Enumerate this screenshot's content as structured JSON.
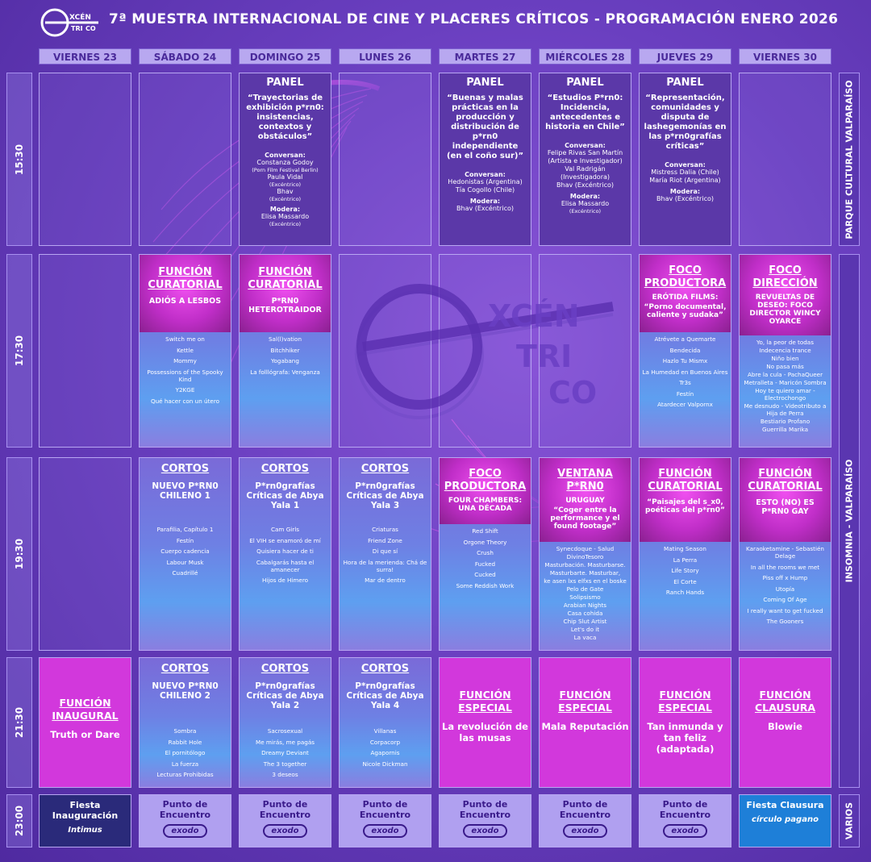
{
  "header": {
    "logo_text_top": "XCÉN",
    "logo_text_mid": "TRI",
    "logo_text_bot": "CO",
    "title": "7ª MUESTRA INTERNACIONAL DE CINE Y PLACERES CRÍTICOS - PROGRAMACIÓN ENERO 2026"
  },
  "days": [
    "VIERNES 23",
    "SÁBADO 24",
    "DOMINGO 25",
    "LUNES 26",
    "MARTES 27",
    "MIÉRCOLES 28",
    "JUEVES 29",
    "VIERNES 30"
  ],
  "times": [
    "15:30",
    "17:30",
    "19:30",
    "21:30",
    "23:00"
  ],
  "venues": [
    "PARQUE CULTURAL VALPARAÍSO",
    "INSOMNIA - VALPARAÍSO",
    "VARIOS"
  ],
  "center_logo": {
    "top": "XCÉN",
    "mid": "TRI",
    "bot": "CO"
  },
  "panels": {
    "domingo": {
      "heading": "PANEL",
      "question": "“Trayectorias de exhibición p*rn0: insistencias, contextos y obstáculos”",
      "label1": "Conversan:",
      "p1": "Constanza Godoy",
      "p1a": "(Porn Film Festival Berlin)",
      "p2": "Paula Vidal",
      "p2a": "(Excéntrico)",
      "p3": "Bhav",
      "p3a": "(Excéntrico)",
      "label2": "Modera:",
      "m1": "Elisa Massardo",
      "m1a": "(Excéntrico)"
    },
    "martes": {
      "heading": "PANEL",
      "question": "“Buenas y malas prácticas en la producción y distribución de p*rn0 independiente (en el coño sur)”",
      "label1": "Conversan:",
      "p1": "Hedonistas (Argentina)",
      "p2": "Tía Cogollo (Chile)",
      "label2": "Modera:",
      "m1": "Bhav (Excéntrico)"
    },
    "miercoles": {
      "heading": "PANEL",
      "question": "“Estudios P*rn0: Incidencia, antecedentes e historia en Chile”",
      "label1": "Conversan:",
      "p1": "Felipe Rivas San Martín",
      "p1a": "(Artista e Investigador)",
      "p2": "Val Radrigán",
      "p2a": "(Investigadora)",
      "p3": "Bhav (Excéntrico)",
      "label2": "Modera:",
      "m1": "Elisa Massardo",
      "m1a": "(Excéntrico)"
    },
    "jueves": {
      "heading": "PANEL",
      "question": "“Representación, comunidades y disputa de lashegemonías en las p*rn0grafías críticas”",
      "label1": "Conversan:",
      "p1": "Mistress Dalia (Chile)",
      "p2": "María Riot (Argentina)",
      "label2": "Modera:",
      "m1": "Bhav (Excéntrico)"
    }
  },
  "row1730": {
    "sabado": {
      "t1": "FUNCIÓN CURATORIAL",
      "t2": "ADIÓS A LESBOS",
      "films": [
        "Switch me on",
        "Kettle",
        "Mommy",
        "Possessions of the Spooky Kind",
        "Y2KGE",
        "Qué hacer con un útero"
      ]
    },
    "domingo": {
      "t1": "FUNCIÓN CURATORIAL",
      "t2": "P*RN0 HETEROTRAIDOR",
      "films": [
        "Sal(l)vation",
        "Bitchhiker",
        "Yogabang",
        "La folllógrafa: Venganza"
      ]
    },
    "jueves": {
      "t1": "FOCO PRODUCTORA",
      "t2": "ERÓTIDA FILMS:",
      "t3": "“Porno documental, caliente y sudaka”",
      "films": [
        "Atrévete a Quemarte",
        "Bendecida",
        "Hazlo Tu Mismx",
        "La Humedad en Buenos Aires",
        "Tr3s",
        "Festín",
        "Atardecer Valpornx"
      ]
    },
    "viernes": {
      "t1": "FOCO DIRECCIÓN",
      "t2": "REVUELTAS DE DESEO: FOCO DIRECTOR WINCY OYARCE",
      "films": [
        "Yo, la peor de todas",
        "Indecencia trance",
        "Niño bien",
        "No pasa más",
        "Abre la cula - PachaQueer",
        "Metralleta - Maricón Sombra",
        "Hoy te quiero amar - Electrochongo",
        "Me desnudo - Videotributo a Hija de Perra",
        "Bestiario Profano",
        "Guerrilla Marika"
      ]
    }
  },
  "row1930": {
    "sabado": {
      "t1": "CORTOS",
      "t2": "NUEVO P*RN0 CHILENO 1",
      "films": [
        "Parafilia, Capítulo 1",
        "Festín",
        "Cuerpo cadencia",
        "Labour Musk",
        "Cuadrillé"
      ]
    },
    "domingo": {
      "t1": "CORTOS",
      "t2": "P*rn0grafías Críticas de Abya Yala 1",
      "films": [
        "Cam Girls",
        "El VIH se enamoró de mí",
        "Quisiera hacer de ti",
        "Cabalgarás hasta el amanecer",
        "Hijos de Himero"
      ]
    },
    "lunes": {
      "t1": "CORTOS",
      "t2": "P*rn0grafías Críticas de Abya Yala 3",
      "films": [
        "Criaturas",
        "Friend Zone",
        "Di que sí",
        "Hora de la merienda: Chá de surra!",
        "Mar de dentro"
      ]
    },
    "martes": {
      "t1": "FOCO PRODUCTORA",
      "t2": "FOUR CHAMBERS: UNA DÉCADA",
      "films": [
        "Red Shift",
        "Orgone Theory",
        "Crush",
        "Fucked",
        "Cucked",
        "Some Reddish Work"
      ]
    },
    "miercoles": {
      "t1": "VENTANA P*RN0",
      "t2": "URUGUAY",
      "t3": "“Coger entre la performance y el found footage”",
      "films": [
        "Synecdoque - Salud",
        "DivinoTesoro",
        "Masturbación. Masturbarse.",
        "Masturbarte. Masturbar,",
        "ke asen lxs elfxs en el boske",
        "Pelo de Gate",
        "Solipsismo",
        "Arabian Nights",
        "Casa cohida",
        "Chip Slut Artist",
        "Let's do it",
        "La vaca"
      ]
    },
    "jueves": {
      "t1": "FUNCIÓN CURATORIAL",
      "t2": "“Paisajes del s_x0, poéticas del p*rn0”",
      "films": [
        "Mating Season",
        "La Perra",
        "Life Story",
        "El Corte",
        "Ranch Hands"
      ]
    },
    "viernes": {
      "t1": "FUNCIÓN CURATORIAL",
      "t2": "ESTO (NO) ES P*RN0 GAY",
      "films": [
        "Karaoketamine - Sebastién Delage",
        "In all the rooms we met",
        "Piss off x Hump",
        "Utopía",
        "Coming Of Age",
        "I really want to get fucked",
        "The Gooners"
      ]
    }
  },
  "row2130": {
    "viernes23": {
      "t1": "FUNCIÓN INAUGURAL",
      "t2": "Truth or Dare"
    },
    "sabado": {
      "t1": "CORTOS",
      "t2": "NUEVO P*RN0 CHILENO 2",
      "films": [
        "Sombra",
        "Rabbit Hole",
        "El pornitólogo",
        "La fuerza",
        "Lecturas Prohibidas"
      ]
    },
    "domingo": {
      "t1": "CORTOS",
      "t2": "P*rn0grafías Críticas de Abya Yala 2",
      "films": [
        "Sacrosexual",
        "Me mirás, me pagás",
        "Dreamy Deviant",
        "The 3 together",
        "3 deseos"
      ]
    },
    "lunes": {
      "t1": "CORTOS",
      "t2": "P*rn0grafías Críticas de Abya Yala 4",
      "films": [
        "Villanas",
        "Corpacorp",
        "Agapornis",
        "Nicole Dickman"
      ]
    },
    "martes": {
      "t1": "FUNCIÓN ESPECIAL",
      "t2": "La revolución de las musas"
    },
    "miercoles": {
      "t1": "FUNCIÓN ESPECIAL",
      "t2": "Mala Reputación"
    },
    "jueves": {
      "t1": "FUNCIÓN ESPECIAL",
      "t2": "Tan inmunda y tan feliz (adaptada)"
    },
    "viernes30": {
      "t1": "FUNCIÓN CLAUSURA",
      "t2": "Blowie"
    }
  },
  "row2300": {
    "viernes23": {
      "t": "Fiesta Inauguración",
      "mark": "Intimus"
    },
    "encuentro": "Punto de Encuentro",
    "exodo": "exodo",
    "viernes30": {
      "t": "Fiesta Clausura",
      "mark": "círculo pagano"
    }
  }
}
